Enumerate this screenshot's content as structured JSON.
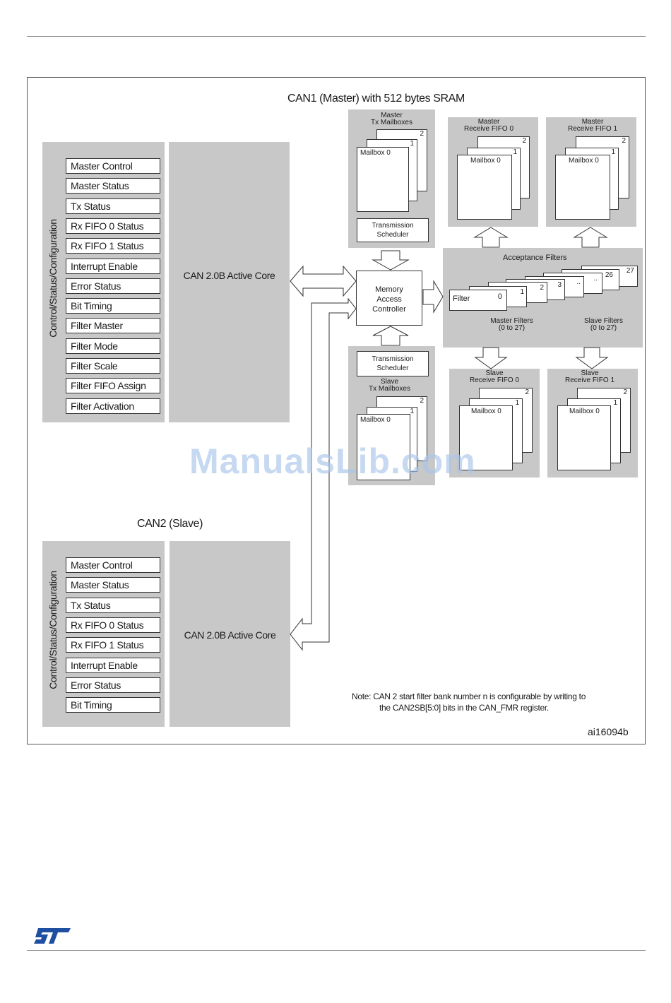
{
  "diagram": {
    "title_can1": "CAN1 (Master) with 512 bytes SRAM",
    "title_can2": "CAN2 (Slave)",
    "side_label": "Control/Status/Configuration",
    "core_label": "CAN 2.0B Active Core",
    "can1_registers": [
      "Master Control",
      "Master Status",
      "Tx Status",
      "Rx FIFO 0 Status",
      "Rx FIFO 1 Status",
      "Interrupt Enable",
      "Error Status",
      "Bit Timing",
      "Filter Master",
      "Filter Mode",
      "Filter Scale",
      "Filter FIFO Assign",
      "Filter Activation"
    ],
    "can2_registers": [
      "Master Control",
      "Master Status",
      "Tx Status",
      "Rx FIFO 0 Status",
      "Rx FIFO 1 Status",
      "Interrupt Enable",
      "Error Status",
      "Bit Timing"
    ],
    "master_tx": {
      "line1": "Master",
      "line2": "Tx Mailboxes",
      "mailbox": "Mailbox 0",
      "n1": "1",
      "n2": "2"
    },
    "slave_tx": {
      "line1": "Slave",
      "line2": "Tx Mailboxes",
      "mailbox": "Mailbox 0",
      "n1": "1",
      "n2": "2"
    },
    "tx_scheduler": {
      "line1": "Transmission",
      "line2": "Scheduler"
    },
    "mac": {
      "line1": "Memory",
      "line2": "Access",
      "line3": "Controller"
    },
    "master_fifo0": {
      "line1": "Master",
      "line2": "Receive FIFO 0",
      "mailbox": "Mailbox 0",
      "n1": "1",
      "n2": "2"
    },
    "master_fifo1": {
      "line1": "Master",
      "line2": "Receive FIFO 1",
      "mailbox": "Mailbox 0",
      "n1": "1",
      "n2": "2"
    },
    "slave_fifo0": {
      "line1": "Slave",
      "line2": "Receive FIFO 0",
      "mailbox": "Mailbox 0",
      "n1": "1",
      "n2": "2"
    },
    "slave_fifo1": {
      "line1": "Slave",
      "line2": "Receive FIFO 1",
      "mailbox": "Mailbox 0",
      "n1": "1",
      "n2": "2"
    },
    "filters": {
      "title": "Acceptance Filters",
      "filter_label": "Filter",
      "nums": [
        "0",
        "1",
        "2",
        "3",
        "..",
        "..",
        "26",
        "27"
      ],
      "master_line1": "Master Filters",
      "master_line2": "(0 to 27)",
      "slave_line1": "Slave Filters",
      "slave_line2": "(0 to 27)"
    },
    "note_line1": "Note:  CAN 2 start filter bank number n is configurable by writing to",
    "note_line2": "the CAN2SB[5:0] bits in the CAN_FMR register.",
    "ref": "ai16094b"
  },
  "watermark": "ManualsLib.com",
  "logo_text": "ST",
  "colors": {
    "panel": "#c8c8c8",
    "watermark": "#a9c6ea",
    "logo": "#1f4fa0"
  }
}
